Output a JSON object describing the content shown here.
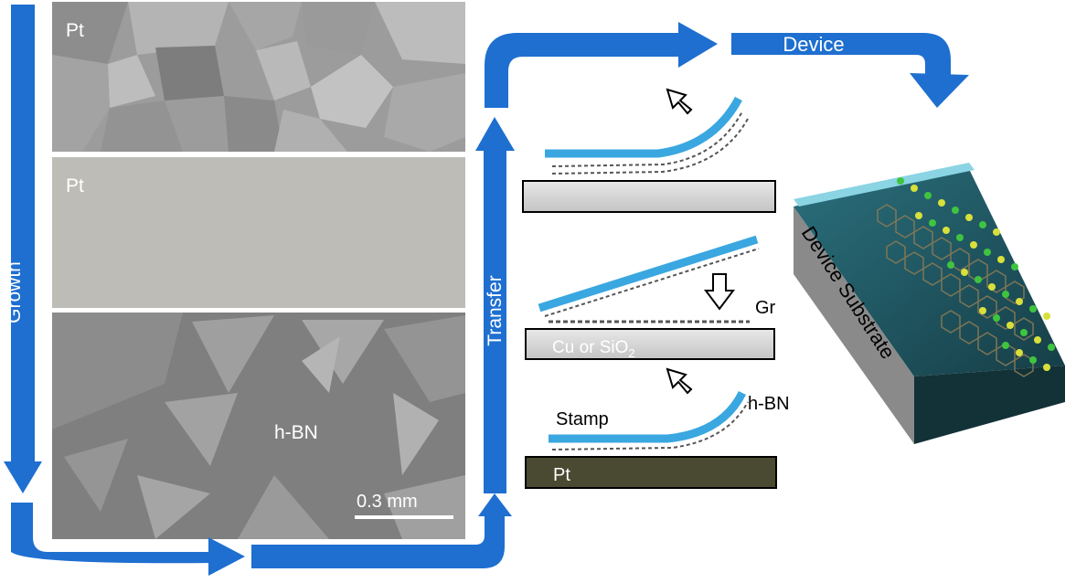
{
  "labels": {
    "growth": "Growth",
    "transfer": "Transfer",
    "device": "Device",
    "panel_top": "Pt",
    "panel_mid": "Pt",
    "hbn_region": "h-BN",
    "scale_bar": "0.3 mm",
    "gr": "Gr",
    "substrate_cu_prefix": "Cu or SiO",
    "substrate_cu_sub": "2",
    "stamp": "Stamp",
    "hbn_layer": "h-BN",
    "pt_substrate": "Pt",
    "device_substrate": "Device Substrate"
  },
  "colors": {
    "arrow_blue": "#1e6fd0",
    "stamp_blue": "#3aa7e0",
    "substrate_gray": "#d6d6d6",
    "pt_dark": "#4a4a32",
    "device_dark": "#1f5560",
    "device_side": "#8a8a8a",
    "boron_yellow": "#d8e03a",
    "nitrogen_green": "#3fc43f",
    "carbon_brown": "#8a7a55"
  }
}
